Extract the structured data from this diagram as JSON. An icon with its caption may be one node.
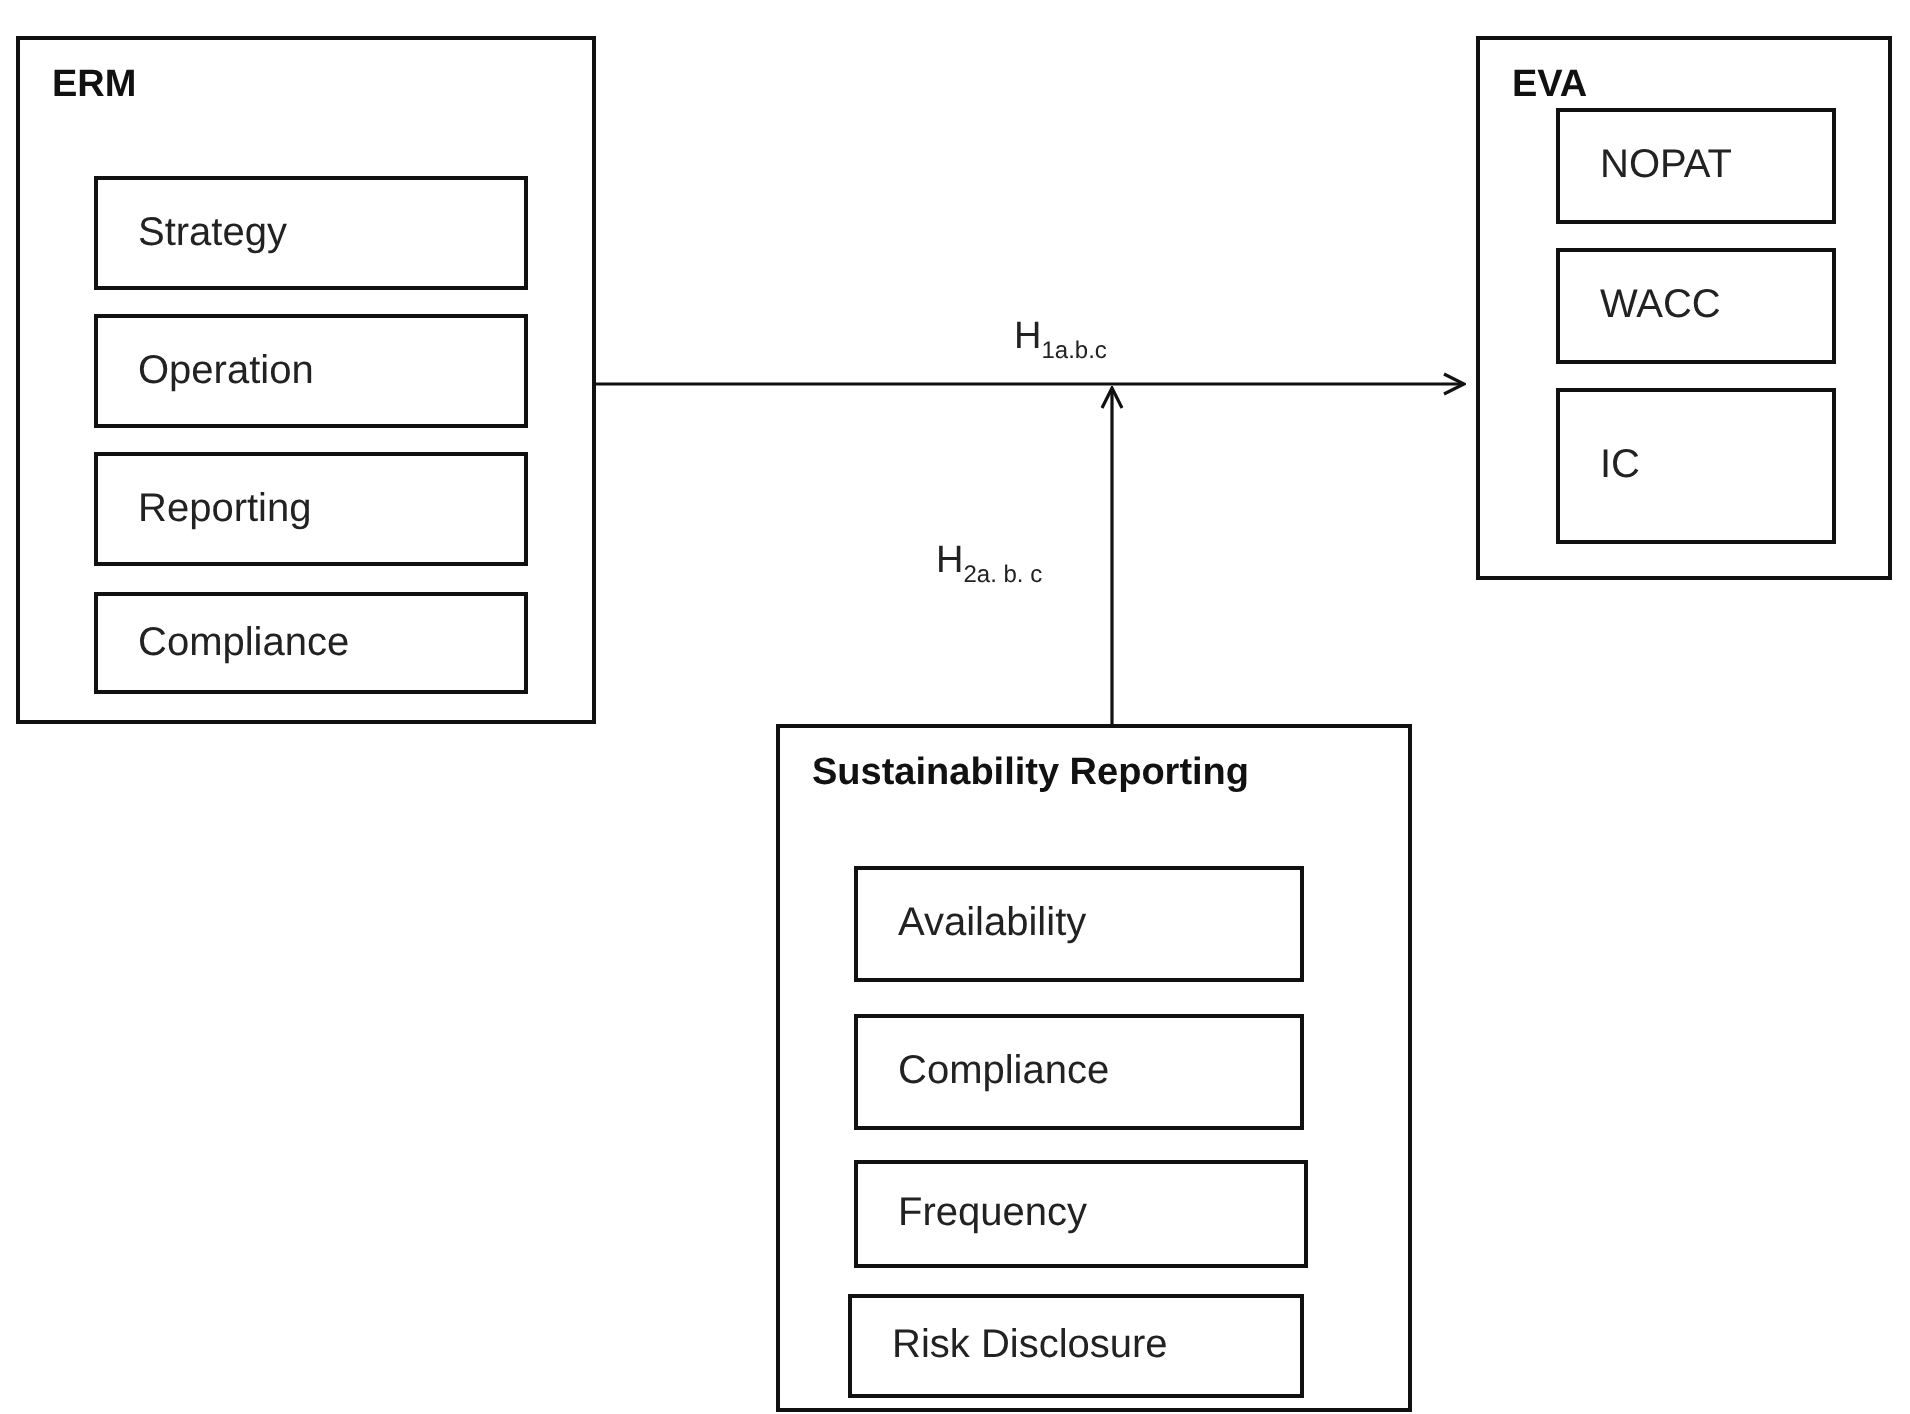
{
  "diagram": {
    "nodes": [
      {
        "text": [
          "ERM"
        ]
      },
      {
        "text": [
          "Strategy"
        ],
        "in": 0
      },
      {
        "text": [
          "Operation"
        ],
        "in": 0
      },
      {
        "text": [
          "Reporting"
        ],
        "in": 0
      },
      {
        "text": [
          "Compliance"
        ],
        "in": 0
      },
      {
        "text": [
          "EVA"
        ]
      },
      {
        "text": [
          "NOPAT"
        ],
        "in": 5
      },
      {
        "text": [
          "WACC"
        ],
        "in": 5
      },
      {
        "text": [
          "IC"
        ],
        "in": 5
      },
      {
        "text": [
          "Sustainability Reporting"
        ]
      },
      {
        "text": [
          "Availability"
        ],
        "in": 9
      },
      {
        "text": [
          "Compliance"
        ],
        "in": 9
      },
      {
        "text": [
          "Frequency"
        ],
        "in": 9
      },
      {
        "text": [
          "Risk Disclosure"
        ],
        "in": 9
      }
    ],
    "edges": [
      {
        "from": 0,
        "to": 5,
        "arrow": "to",
        "label": "H$_{1a.b.c}$"
      },
      {
        "from": 9,
        "to": null,
        "arrow": "to",
        "label": "H$_{2a. b. c}$"
      }
    ]
  }
}
